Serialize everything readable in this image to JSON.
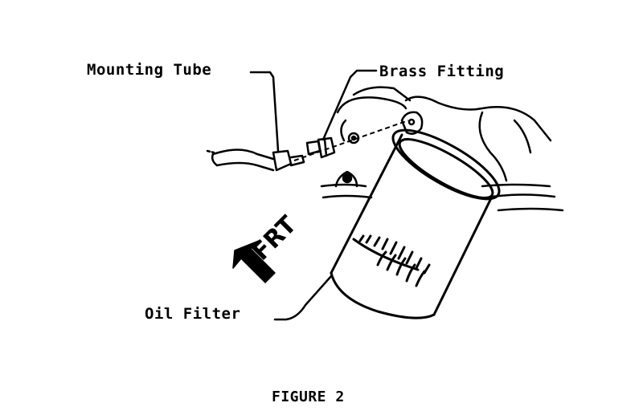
{
  "labels": {
    "mounting_tube": "Mounting Tube",
    "brass_fitting": "Brass Fitting",
    "oil_filter": "Oil Filter",
    "front": "FRT"
  },
  "caption": "FIGURE 2",
  "colors": {
    "ink": "#000000",
    "paper": "#ffffff"
  },
  "icons": {
    "front_arrow": "arrow-down-left-icon"
  }
}
